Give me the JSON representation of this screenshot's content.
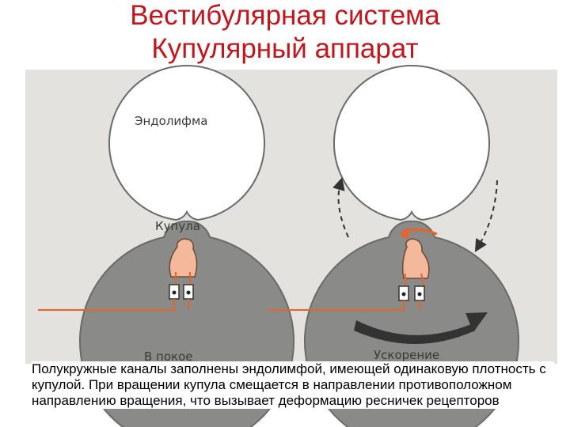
{
  "title": {
    "line1": "Вестибулярная система",
    "line2": "Купулярный аппарат"
  },
  "diagram": {
    "label_endolymph": "Эндолифма",
    "label_cupula": "Купула",
    "label_rest": "В покое",
    "label_acceleration": "Ускорение"
  },
  "caption": "Полукружные каналы заполнены эндолимфой, имеющей одинаковую плотность с купулой. При вращении купула смещается в направлении противоположном направлению вращения, что вызывает деформацию ресничек рецепторов",
  "colors": {
    "title": "#c0171e",
    "ring": "#8a8a88",
    "cupula": "#f4b89a",
    "nerve": "#e8622a"
  }
}
